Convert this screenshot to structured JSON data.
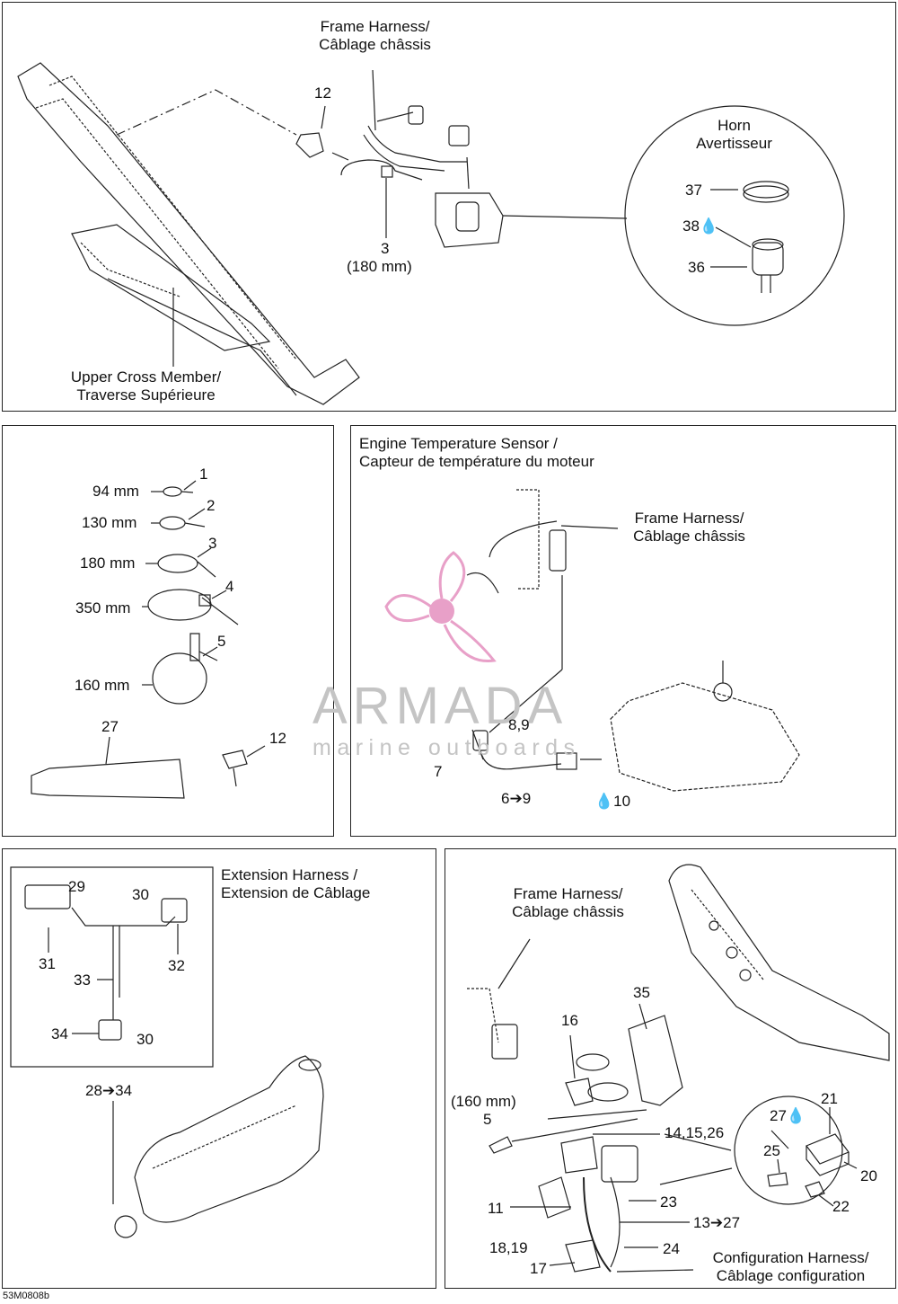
{
  "panels": {
    "frame": {
      "frame_harness": [
        "Frame Harness/",
        "Câblage châssis"
      ],
      "upper_cross": [
        "Upper Cross Member/",
        "Traverse Supérieure"
      ],
      "horn": [
        "Horn",
        "Avertisseur"
      ],
      "callouts": {
        "c12": "12",
        "c3": "3",
        "c3_size": "(180 mm)",
        "c37": "37",
        "c38": "38",
        "c36": "36"
      }
    },
    "ties": {
      "rows": [
        {
          "size": "94 mm",
          "num": "1"
        },
        {
          "size": "130 mm",
          "num": "2"
        },
        {
          "size": "180 mm",
          "num": "3"
        },
        {
          "size": "350 mm",
          "num": "4"
        },
        {
          "size": "160 mm",
          "num": "5"
        }
      ],
      "c27": "27",
      "c12": "12"
    },
    "engine": {
      "title": [
        "Engine Temperature Sensor /",
        "Capteur de température du moteur"
      ],
      "frame_harness": [
        "Frame Harness/",
        "Câblage châssis"
      ],
      "callouts": {
        "c89": "8,9",
        "c7": "7",
        "c69": "6➔9",
        "c10": "10"
      }
    },
    "extension": {
      "title": [
        "Extension Harness /",
        "Extension de Câblage"
      ],
      "callouts": {
        "c29": "29",
        "c30a": "30",
        "c31": "31",
        "c32": "32",
        "c33": "33",
        "c34": "34",
        "c30b": "30",
        "c2834": "28➔34"
      }
    },
    "config": {
      "frame_harness": [
        "Frame Harness/",
        "Câblage châssis"
      ],
      "config_harness": [
        "Configuration Harness/",
        "Câblage configuration"
      ],
      "callouts": {
        "c35": "35",
        "c16": "16",
        "c160": "(160 mm)",
        "c5": "5",
        "c141526": "14,15,26",
        "c27": "27",
        "c21": "21",
        "c25": "25",
        "c20": "20",
        "c22": "22",
        "c11": "11",
        "c23": "23",
        "c1327": "13➔27",
        "c1819": "18,19",
        "c24": "24",
        "c17": "17"
      }
    }
  },
  "watermark": {
    "title": "ARMADA",
    "subtitle": "marine outboards"
  },
  "figure_code": "53M0808b",
  "colors": {
    "line": "#222222",
    "watermark_pink": "#e8a0c8",
    "watermark_grey": "#c4c4c4"
  }
}
